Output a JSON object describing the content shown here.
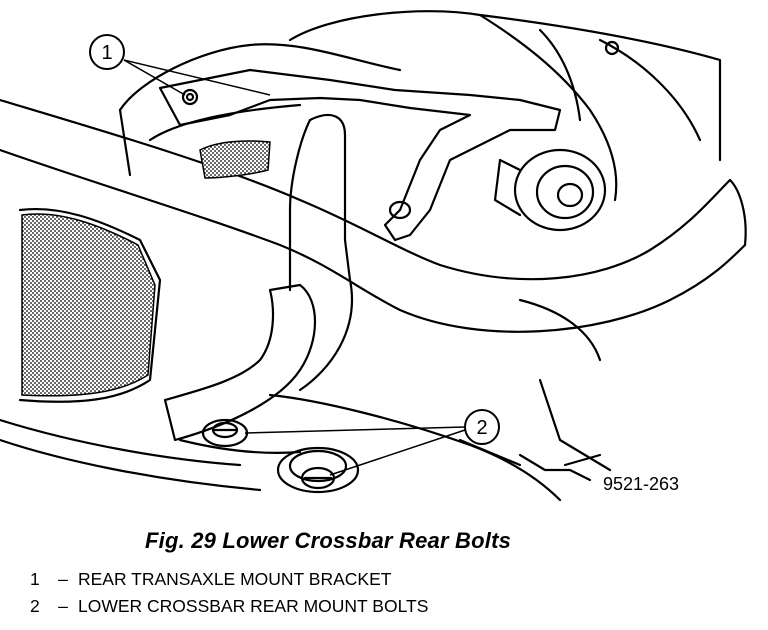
{
  "figure": {
    "caption": "Fig. 29 Lower Crossbar Rear Bolts",
    "figure_id": "9521-263",
    "callouts": [
      {
        "number": "1",
        "text": "REAR TRANSAXLE MOUNT BRACKET"
      },
      {
        "number": "2",
        "text": "LOWER CROSSBAR REAR MOUNT BOLTS"
      }
    ],
    "legend_dash": "–"
  }
}
